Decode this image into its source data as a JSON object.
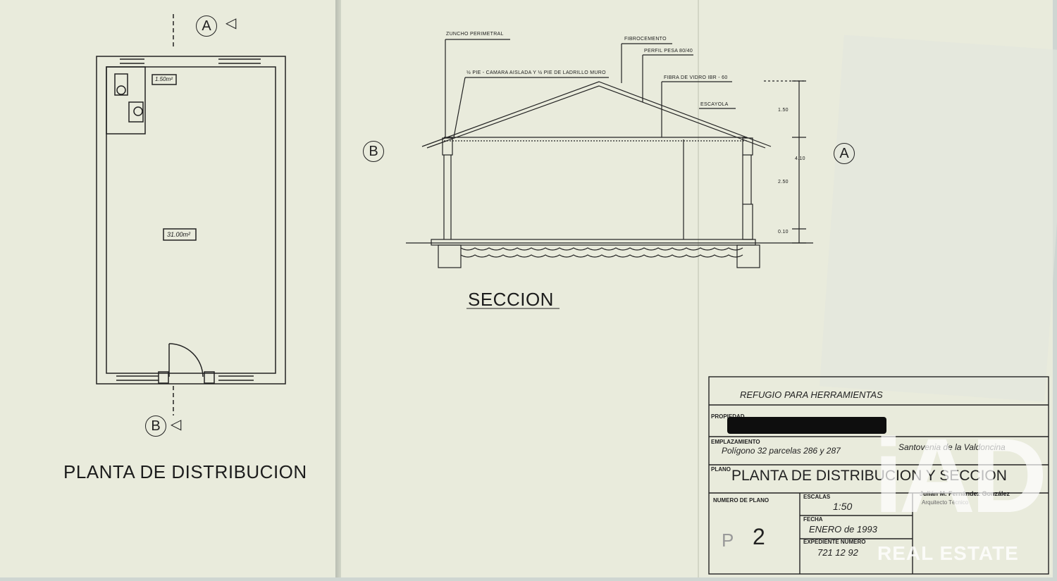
{
  "plan": {
    "section_marker_top": "A",
    "section_marker_bottom": "B",
    "bathroom_area": "1.50m²",
    "main_area": "31.00m²",
    "title": "PLANTA DE DISTRIBUCION"
  },
  "section": {
    "annotations": {
      "zuncho": "ZUNCHO PERIMETRAL",
      "camara": "½ PIE - CAMARA AISLADA Y ½ PIE DE LADRILLO MURO",
      "fibrocemento": "FIBROCEMENTO",
      "perfil": "PERFIL PESA 80/40",
      "fibra": "FIBRA DE VIDRO IBR - 60",
      "escayola": "ESCAYOLA"
    },
    "dimensions": {
      "d1": "1.50",
      "d2": "4.10",
      "d3": "2.50",
      "d4": "0.10"
    },
    "marker_left": "B",
    "marker_right": "A",
    "title": "SECCION"
  },
  "title_block": {
    "project": "REFUGIO PARA HERRAMIENTAS",
    "propiedad_label": "PROPIEDAD",
    "emplazamiento_label": "EMPLAZAMIENTO",
    "emplazamiento_value": "Polígono 32   parcelas 286 y 287",
    "municipio": "Santovenia de la Valdoncina",
    "plano_label": "PLANO",
    "plano_value": "PLANTA DE DISTRIBUCION Y SECCION",
    "numero_label": "NUMERO DE PLANO",
    "numero_value": "2",
    "escalas_label": "ESCALAS",
    "escalas_value": "1:50",
    "fecha_label": "FECHA",
    "fecha_value": "ENERO de 1993",
    "expediente_label": "EXPEDIENTE NUMERO",
    "expediente_value": "721   12   92",
    "architect_name": "Julián M. Fernández González",
    "architect_title": "Arquitecto Técnico"
  },
  "watermark": {
    "brand": "iAD",
    "subtitle": "REAL ESTATE"
  }
}
